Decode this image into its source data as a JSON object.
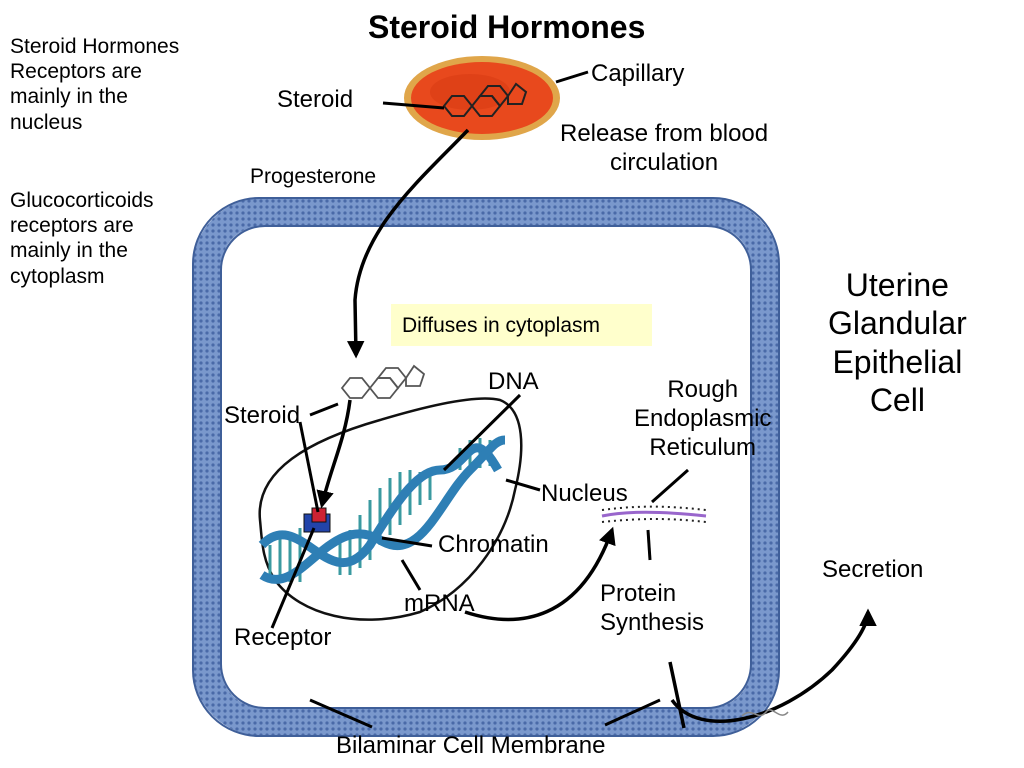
{
  "title": "Steroid Hormones",
  "side_notes": {
    "nucleus_note": "Steroid Hormones\nReceptors  are\nmainly in the\nnucleus",
    "cytoplasm_note": "Glucocorticoids\nreceptors are\nmainly in the\ncytoplasm"
  },
  "labels": {
    "capillary": "Capillary",
    "steroid_top": "Steroid",
    "release": "Release from blood\ncirculation",
    "progesterone": "Progesterone",
    "diffuses": "Diffuses in cytoplasm",
    "cell_name": "Uterine\nGlandular\nEpithelial\nCell",
    "dna": "DNA",
    "rer": "Rough\nEndoplasmic\nReticulum",
    "steroid_inner": "Steroid",
    "nucleus": "Nucleus",
    "chromatin": "Chromatin",
    "secretion": "Secretion",
    "protein_synthesis": "Protein\nSynthesis",
    "mrna": "mRNA",
    "receptor": "Receptor",
    "membrane": "Bilaminar Cell Membrane"
  },
  "colors": {
    "membrane": "#6a8cc4",
    "membrane_dark": "#3f5f99",
    "capillary_fill": "#e8491d",
    "capillary_rim": "#e0a64a",
    "dna_teal": "#3a9aa0",
    "dna_blue": "#2e7fb5",
    "receptor": "#cc2233",
    "er": "#9966cc",
    "highlight": "#ffffcc"
  }
}
